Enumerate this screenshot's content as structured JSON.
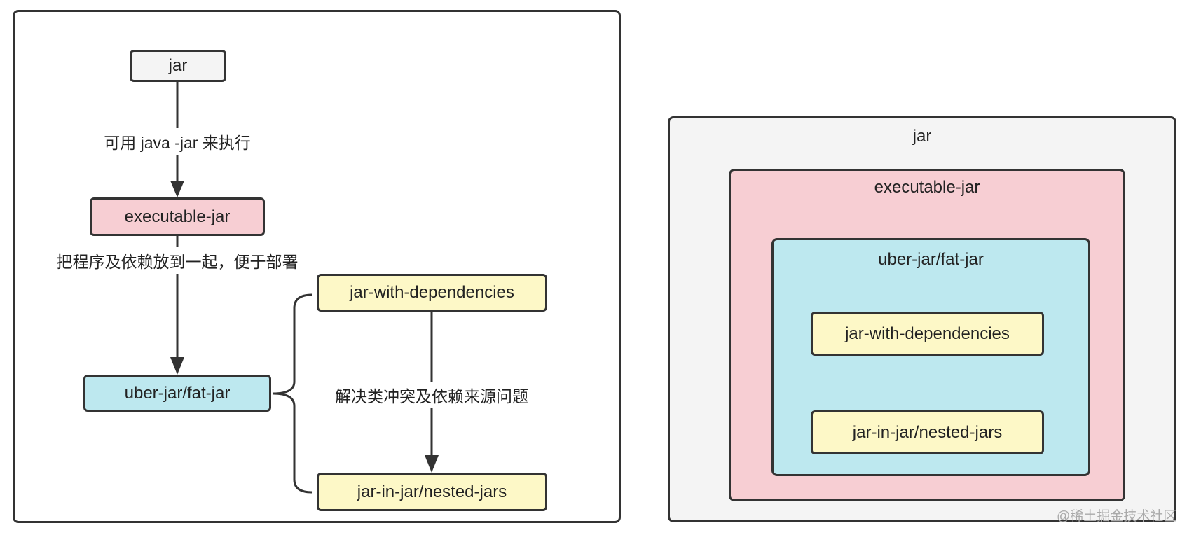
{
  "left_diagram": {
    "nodes": {
      "jar": "jar",
      "executable_jar": "executable-jar",
      "uber_jar": "uber-jar/fat-jar",
      "jar_with_dependencies": "jar-with-dependencies",
      "jar_in_jar": "jar-in-jar/nested-jars"
    },
    "edges": {
      "jar_to_executable": "可用 java -jar 来执行",
      "executable_to_uber": "把程序及依赖放到一起，便于部署",
      "with_deps_to_nested": "解决类冲突及依赖来源问题"
    }
  },
  "right_diagram": {
    "outer": "jar",
    "executable": "executable-jar",
    "uber": "uber-jar/fat-jar",
    "inner_1": "jar-with-dependencies",
    "inner_2": "jar-in-jar/nested-jars"
  },
  "colors": {
    "grey": "#f4f4f4",
    "pink": "#f7ced3",
    "cyan": "#bde8ef",
    "yellow": "#fdf8c7",
    "border": "#333333"
  },
  "watermark": "@稀土掘金技术社区"
}
